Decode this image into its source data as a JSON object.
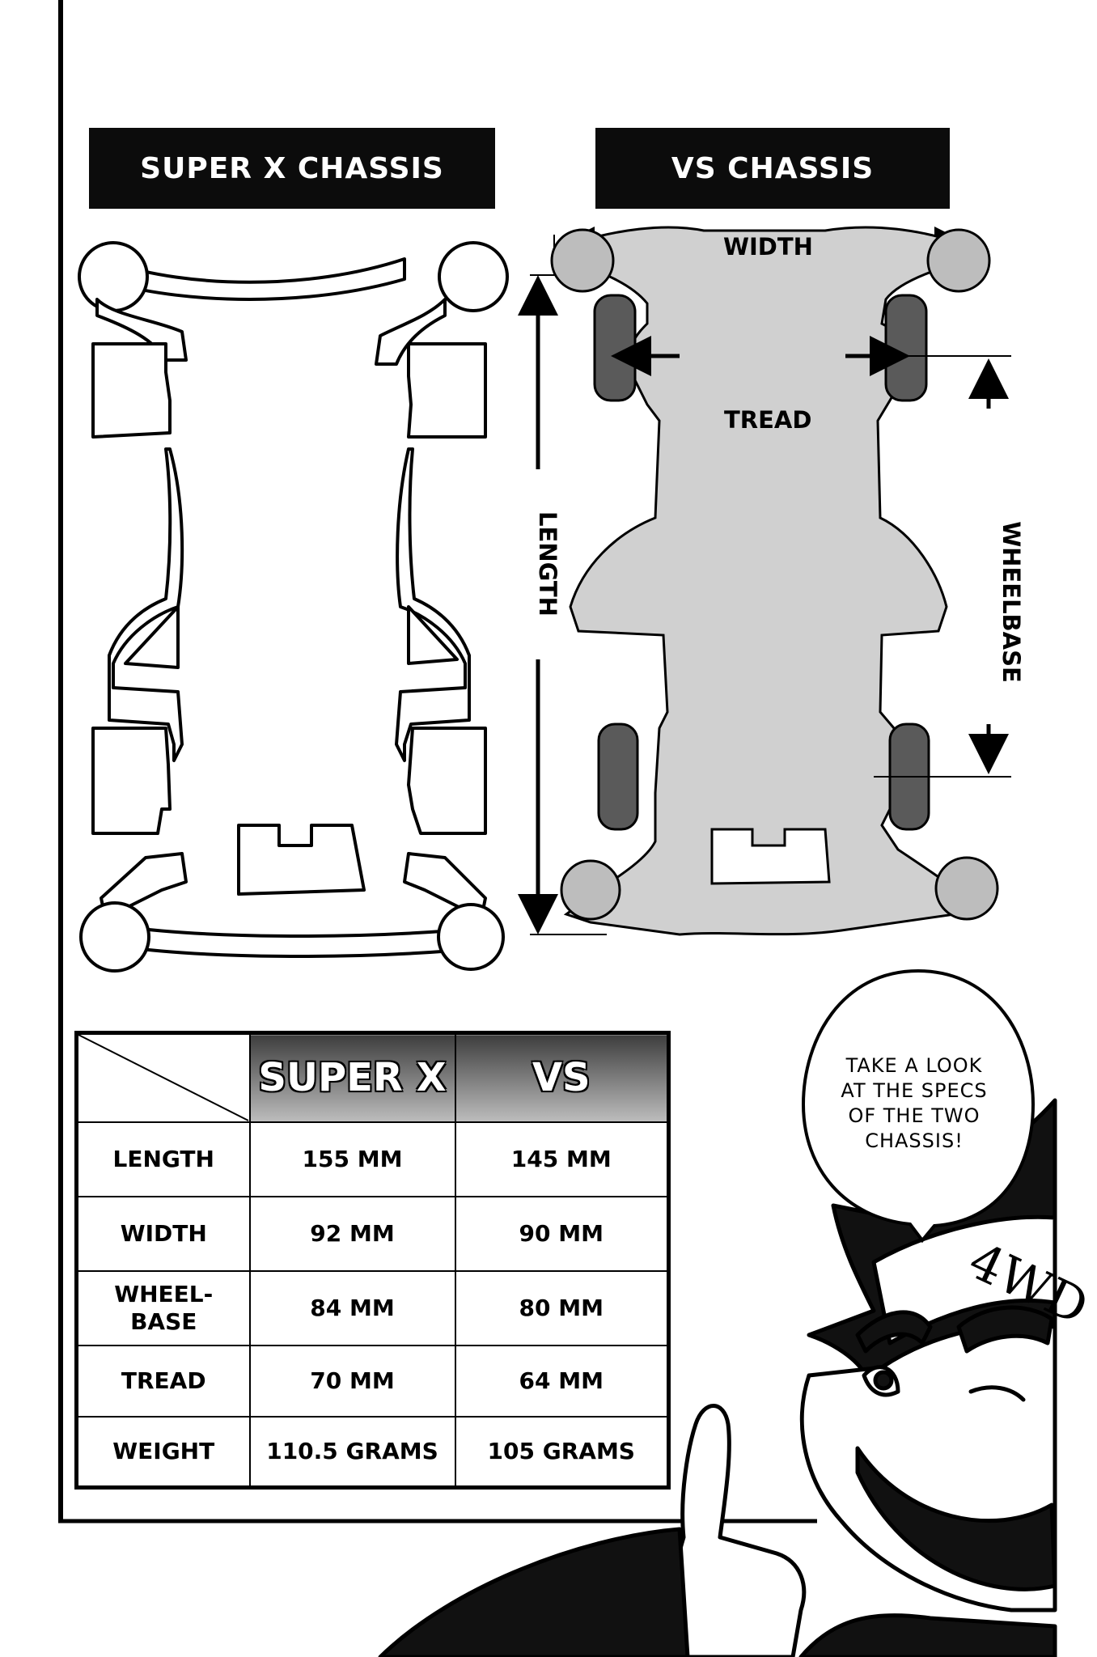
{
  "headers": {
    "super_x": "SUPER X CHASSIS",
    "vs": "VS CHASSIS"
  },
  "labels": {
    "width": "WIDTH",
    "tread": "TREAD",
    "length": "LENGTH",
    "wheelbase": "WHEELBASE"
  },
  "table": {
    "columns": [
      "SUPER X",
      "VS"
    ],
    "rows": [
      {
        "label": "LENGTH",
        "super_x": "155 MM",
        "vs": "145 MM"
      },
      {
        "label": "WIDTH",
        "super_x": "92 MM",
        "vs": "90 MM"
      },
      {
        "label": "WHEEL-\nBASE",
        "super_x": "84 MM",
        "vs": "80 MM"
      },
      {
        "label": "TREAD",
        "super_x": "70 MM",
        "vs": "64 MM"
      },
      {
        "label": "WEIGHT",
        "super_x": "110.5 GRAMS",
        "vs": "105 GRAMS"
      }
    ]
  },
  "bubble": {
    "lines": [
      "TAKE A LOOK",
      "AT THE SPECS",
      "OF THE TWO",
      "CHASSIS!"
    ]
  },
  "headband_text": "4WD",
  "colors": {
    "chassis_fill": "#d0d0d0",
    "header_bg": "#0c0c0c",
    "tire": "#5a5a5a"
  }
}
